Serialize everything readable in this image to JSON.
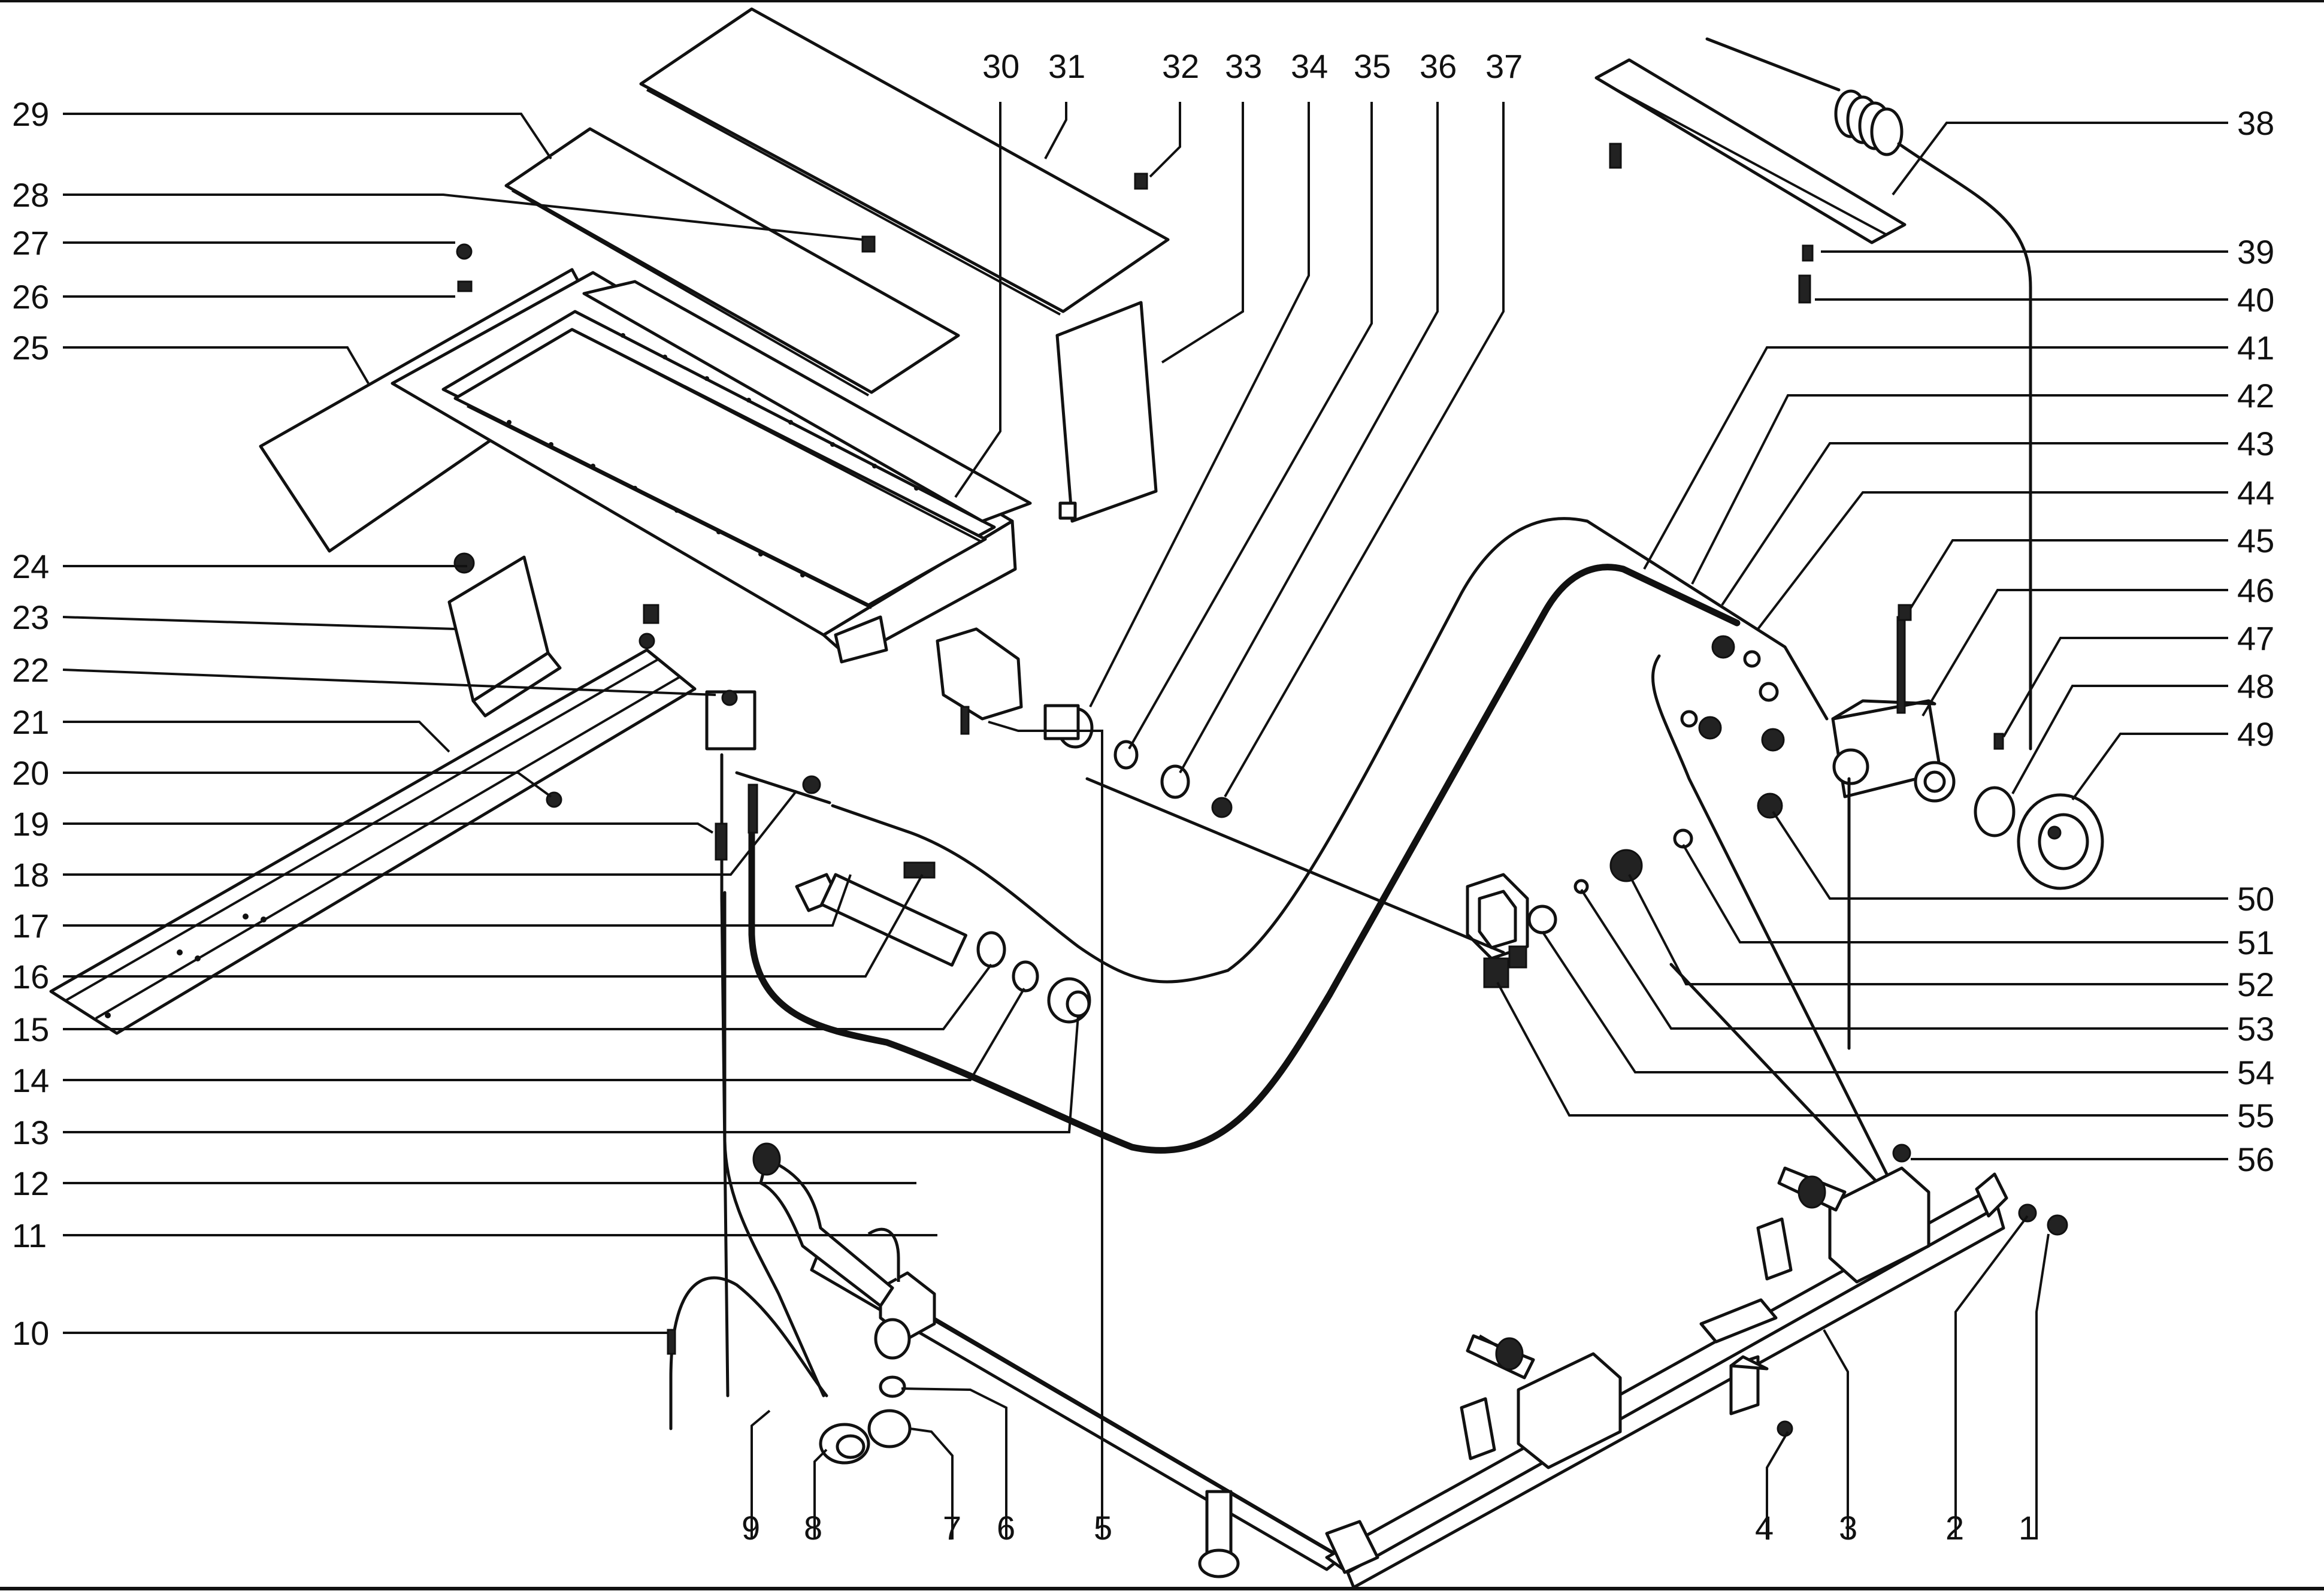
{
  "diagram": {
    "callouts": [
      {
        "id": "c1",
        "label": "1"
      },
      {
        "id": "c2",
        "label": "2"
      },
      {
        "id": "c3",
        "label": "3"
      },
      {
        "id": "c4",
        "label": "4"
      },
      {
        "id": "c5",
        "label": "5"
      },
      {
        "id": "c6",
        "label": "6"
      },
      {
        "id": "c7",
        "label": "7"
      },
      {
        "id": "c8",
        "label": "8"
      },
      {
        "id": "c9",
        "label": "9"
      },
      {
        "id": "c10",
        "label": "10"
      },
      {
        "id": "c11",
        "label": "11"
      },
      {
        "id": "c12",
        "label": "12"
      },
      {
        "id": "c13",
        "label": "13"
      },
      {
        "id": "c14",
        "label": "14"
      },
      {
        "id": "c15",
        "label": "15"
      },
      {
        "id": "c16",
        "label": "16"
      },
      {
        "id": "c17",
        "label": "17"
      },
      {
        "id": "c18",
        "label": "18"
      },
      {
        "id": "c19",
        "label": "19"
      },
      {
        "id": "c20",
        "label": "20"
      },
      {
        "id": "c21",
        "label": "21"
      },
      {
        "id": "c22",
        "label": "22"
      },
      {
        "id": "c23",
        "label": "23"
      },
      {
        "id": "c24",
        "label": "24"
      },
      {
        "id": "c25",
        "label": "25"
      },
      {
        "id": "c26",
        "label": "26"
      },
      {
        "id": "c27",
        "label": "27"
      },
      {
        "id": "c28",
        "label": "28"
      },
      {
        "id": "c29",
        "label": "29"
      },
      {
        "id": "c30",
        "label": "30"
      },
      {
        "id": "c31",
        "label": "31"
      },
      {
        "id": "c32",
        "label": "32"
      },
      {
        "id": "c33",
        "label": "33"
      },
      {
        "id": "c34",
        "label": "34"
      },
      {
        "id": "c35",
        "label": "35"
      },
      {
        "id": "c36",
        "label": "36"
      },
      {
        "id": "c37",
        "label": "37"
      },
      {
        "id": "c38",
        "label": "38"
      },
      {
        "id": "c39",
        "label": "39"
      },
      {
        "id": "c40",
        "label": "40"
      },
      {
        "id": "c41",
        "label": "41"
      },
      {
        "id": "c42",
        "label": "42"
      },
      {
        "id": "c43",
        "label": "43"
      },
      {
        "id": "c44",
        "label": "44"
      },
      {
        "id": "c45",
        "label": "45"
      },
      {
        "id": "c46",
        "label": "46"
      },
      {
        "id": "c47",
        "label": "47"
      },
      {
        "id": "c48",
        "label": "48"
      },
      {
        "id": "c49",
        "label": "49"
      },
      {
        "id": "c50",
        "label": "50"
      },
      {
        "id": "c51",
        "label": "51"
      },
      {
        "id": "c52",
        "label": "52"
      },
      {
        "id": "c53",
        "label": "53"
      },
      {
        "id": "c54",
        "label": "54"
      },
      {
        "id": "c55",
        "label": "55"
      },
      {
        "id": "c56",
        "label": "56"
      }
    ]
  }
}
